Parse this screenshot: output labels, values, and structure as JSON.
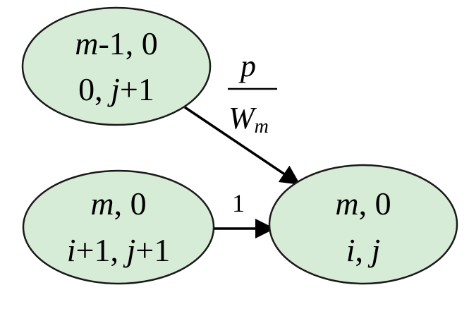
{
  "nodes": [
    {
      "id": "top-left",
      "line1": {
        "var": "m",
        "rest": "-1, 0"
      },
      "line2": {
        "pre": "0, ",
        "var": "j",
        "post": "+1"
      }
    },
    {
      "id": "bottom-left",
      "line1": {
        "var": "m",
        "rest": ", 0"
      },
      "line2": {
        "var1": "i",
        "mid": "+1, ",
        "var2": "j",
        "post": "+1"
      }
    },
    {
      "id": "target",
      "line1": {
        "var": "m",
        "rest": ", 0"
      },
      "line2": {
        "var1": "i",
        "sep": ", ",
        "var2": "j"
      }
    }
  ],
  "edges": [
    {
      "from": "top-left",
      "to": "target",
      "label": {
        "numerator": "p",
        "denominator": "W",
        "subscript": "m"
      }
    },
    {
      "from": "bottom-left",
      "to": "target",
      "label": {
        "text": "1"
      }
    }
  ],
  "colors": {
    "node_fill": "#d7ecd6",
    "node_stroke": "#1a1a1a",
    "edge": "#000000"
  }
}
